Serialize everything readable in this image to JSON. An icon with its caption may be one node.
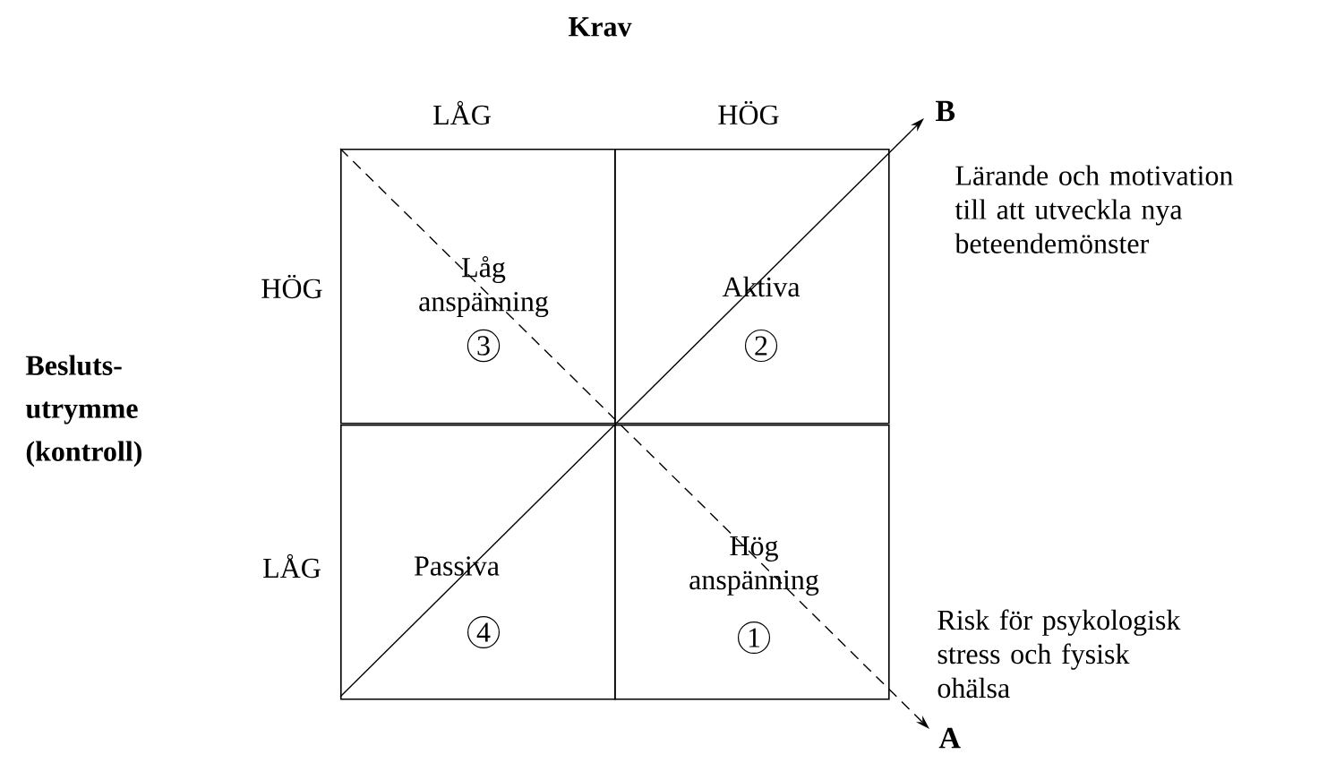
{
  "diagram": {
    "nodes": [
      {
        "text": [
          "Låg anspänning",
          "3"
        ]
      },
      {
        "text": [
          "Aktiva",
          "2"
        ]
      },
      {
        "text": [
          "Passiva",
          "4"
        ]
      },
      {
        "text": [
          "Hög anspänning",
          "1"
        ]
      }
    ],
    "labels": [
      "Krav",
      "LÅG",
      "HÖG",
      "B",
      "Lärande och motivation till att utveckla nya beteendemönster",
      "HÖG",
      "Besluts- utrymme (kontroll)",
      "LÅG",
      "Risk för psykologisk stress och fysisk ohälsa",
      "A"
    ]
  }
}
